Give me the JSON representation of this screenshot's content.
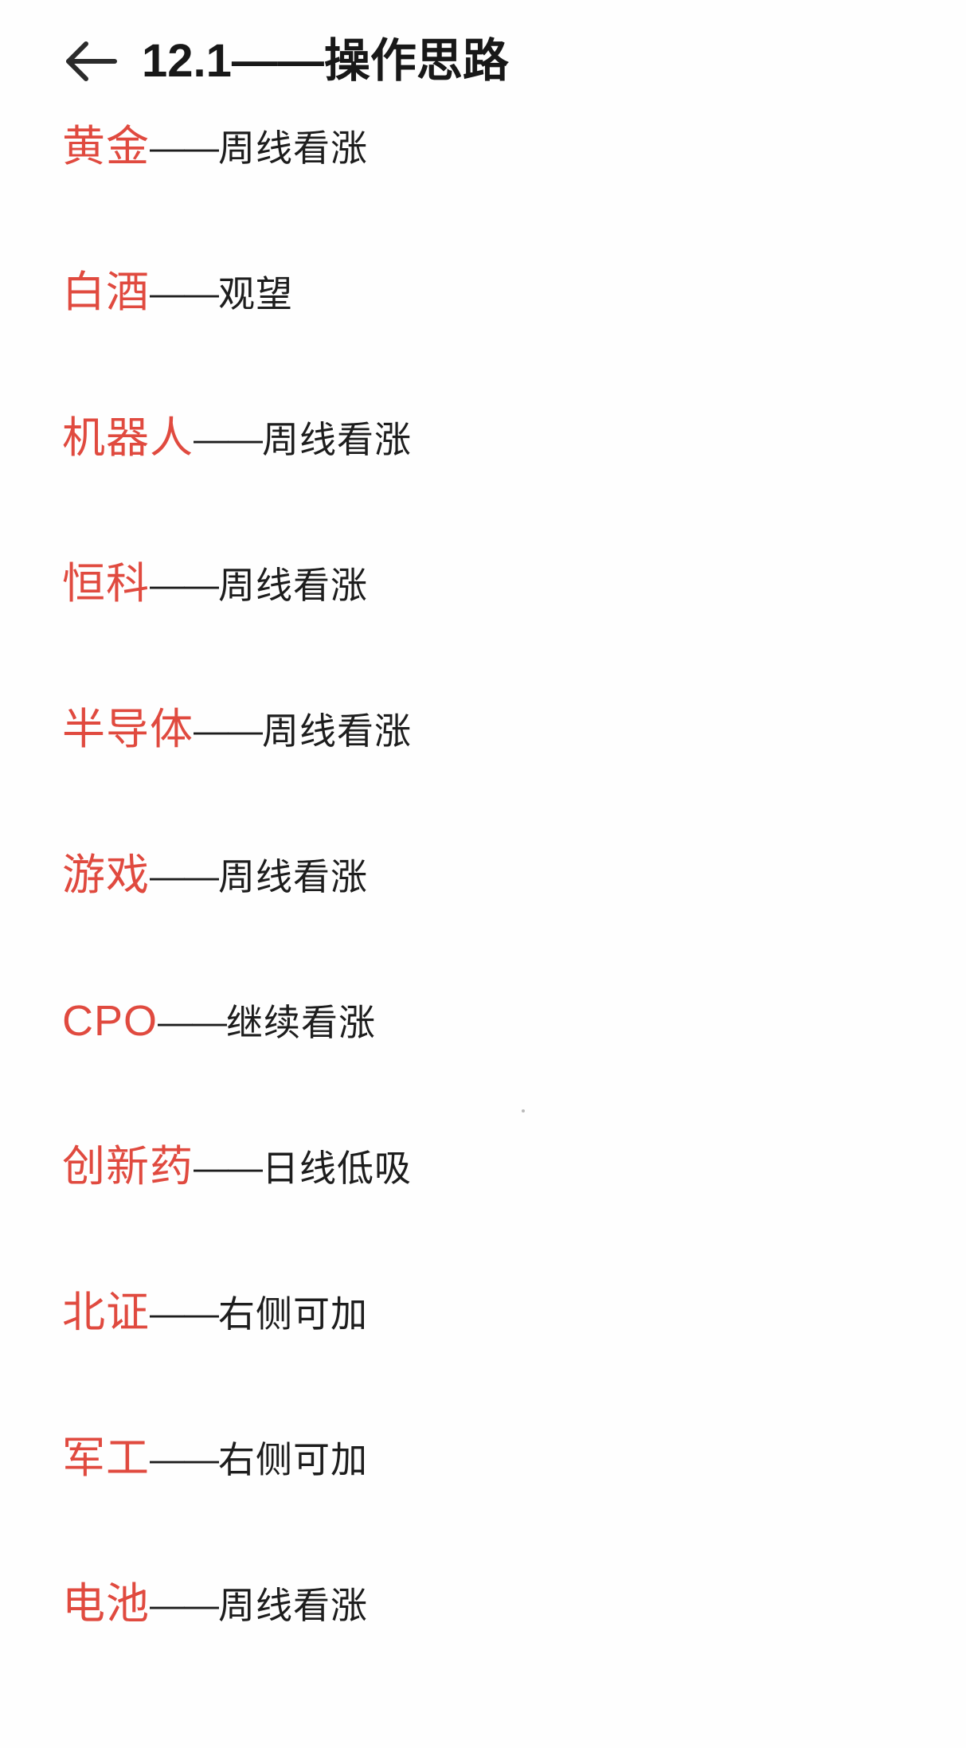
{
  "header": {
    "back_icon": "back-arrow-icon",
    "title": "12.1——操作思路"
  },
  "separator": "——",
  "list": {
    "items": [
      {
        "sector": "黄金",
        "separator": "——",
        "outlook": "周线看涨"
      },
      {
        "sector": "白酒",
        "separator": "——",
        "outlook": "观望"
      },
      {
        "sector": "机器人",
        "separator": "——",
        "outlook": "周线看涨"
      },
      {
        "sector": "恒科",
        "separator": "——",
        "outlook": "周线看涨"
      },
      {
        "sector": "半导体",
        "separator": "——",
        "outlook": "周线看涨"
      },
      {
        "sector": "游戏",
        "separator": "——",
        "outlook": "周线看涨"
      },
      {
        "sector": "CPO",
        "separator": "——",
        "outlook": "继续看涨"
      },
      {
        "sector": "创新药",
        "separator": "——",
        "outlook": "日线低吸"
      },
      {
        "sector": "北证",
        "separator": "——",
        "outlook": "右侧可加"
      },
      {
        "sector": "军工",
        "separator": "——",
        "outlook": "右侧可加"
      },
      {
        "sector": "电池",
        "separator": "——",
        "outlook": "周线看涨"
      }
    ]
  },
  "colors": {
    "sector_red": "#e04a3f",
    "text_black": "#1d1d1d",
    "background": "#fefefe"
  }
}
